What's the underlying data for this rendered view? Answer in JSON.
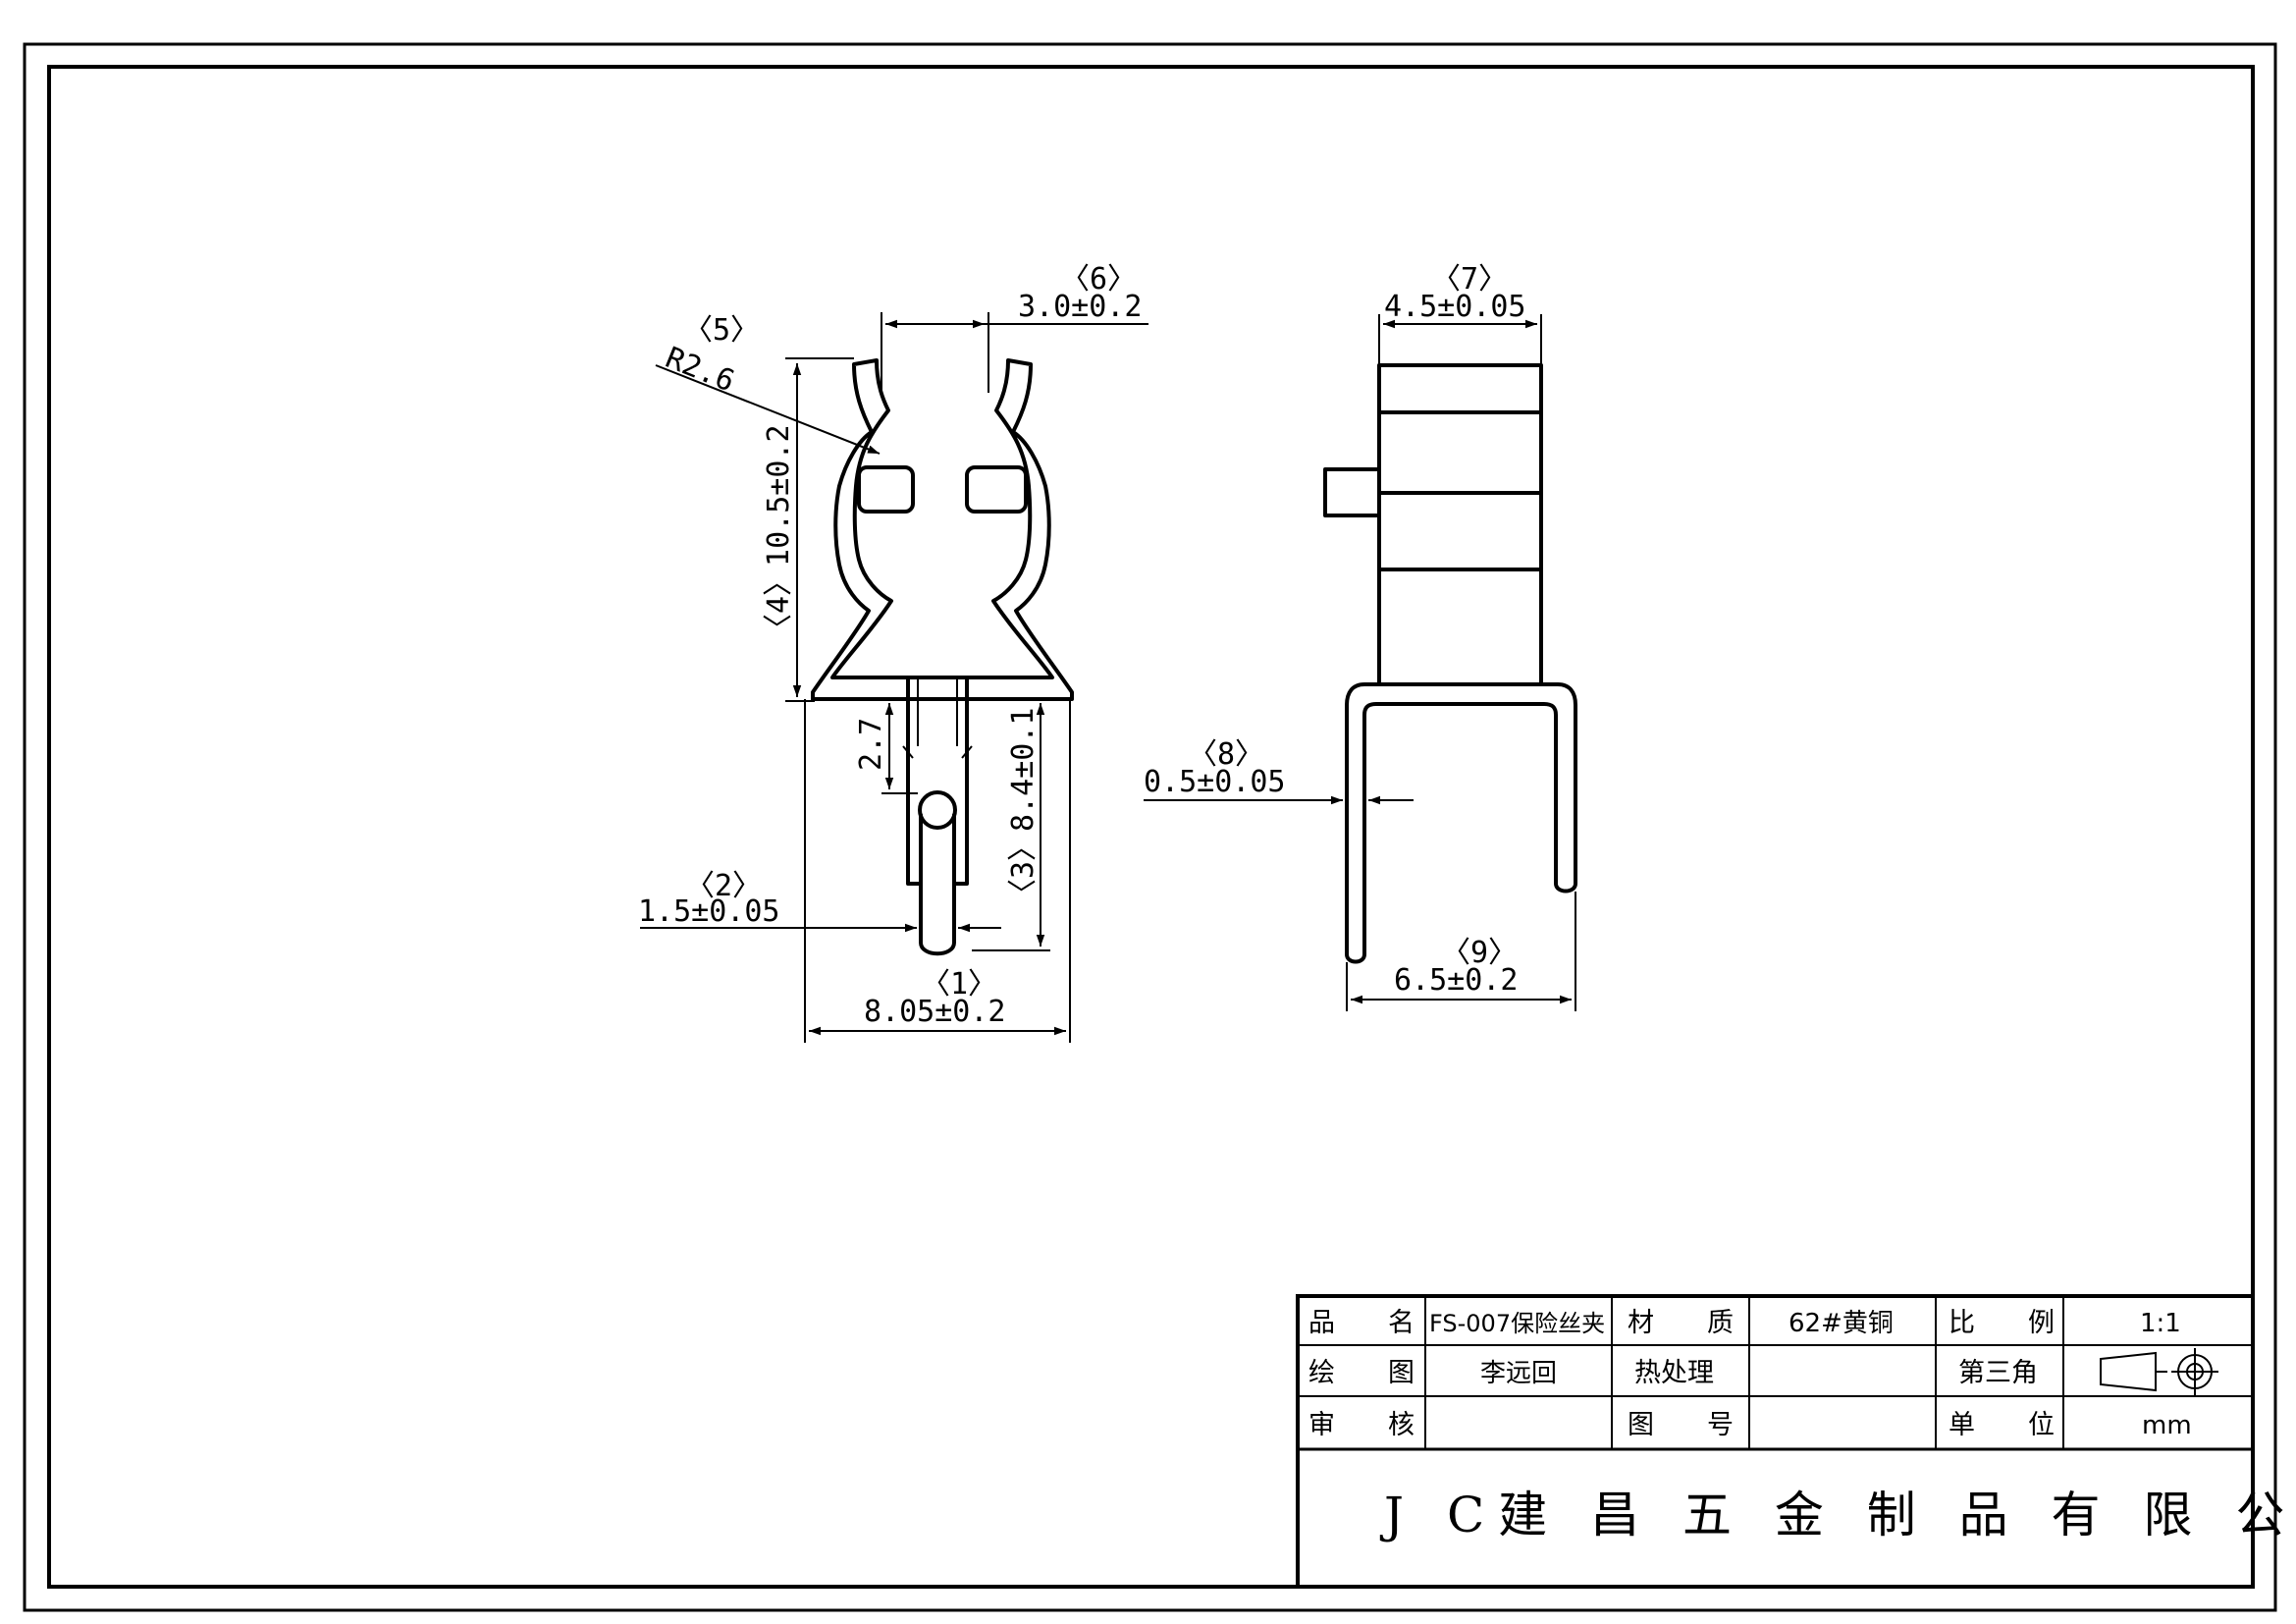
{
  "dimensions": {
    "d1": {
      "tag": "〈1〉",
      "value": "8.05±0.2"
    },
    "d2": {
      "tag": "〈2〉",
      "value": "1.5±0.05"
    },
    "d3": {
      "text": "〈3〉8.4±0.1"
    },
    "d4": {
      "text": "〈4〉10.5±0.2"
    },
    "d5": {
      "tag": "〈5〉",
      "value": "R2.6"
    },
    "d6": {
      "tag": "〈6〉",
      "value": "3.0±0.2"
    },
    "d7": {
      "tag": "〈7〉",
      "value": "4.5±0.05"
    },
    "d8": {
      "tag": "〈8〉",
      "value": "0.5±0.05"
    },
    "d9": {
      "tag": "〈9〉",
      "value": "6.5±0.2"
    },
    "d10": {
      "text": "2.7"
    }
  },
  "title_block": {
    "product_label": "品　　名",
    "product_value": "FS-007保险丝夹",
    "material_label": "材　　质",
    "material_value": "62#黄铜",
    "scale_label": "比　　例",
    "scale_value": "1:1",
    "drawn_label": "绘　　图",
    "drawn_value": "李远回",
    "heat_label": "热处理",
    "heat_value": "",
    "projection_label": "第三角",
    "review_label": "审　　核",
    "review_value": "",
    "drawing_no_label": "图　　号",
    "drawing_no_value": "",
    "unit_label": "单　　位",
    "unit_value": "mm",
    "company": "J C建 昌 五 金 制 品 有 限 公 司"
  },
  "colors": {
    "line": "#000000",
    "background": "#ffffff"
  },
  "icons": {
    "projection": "third-angle-projection-symbol"
  }
}
